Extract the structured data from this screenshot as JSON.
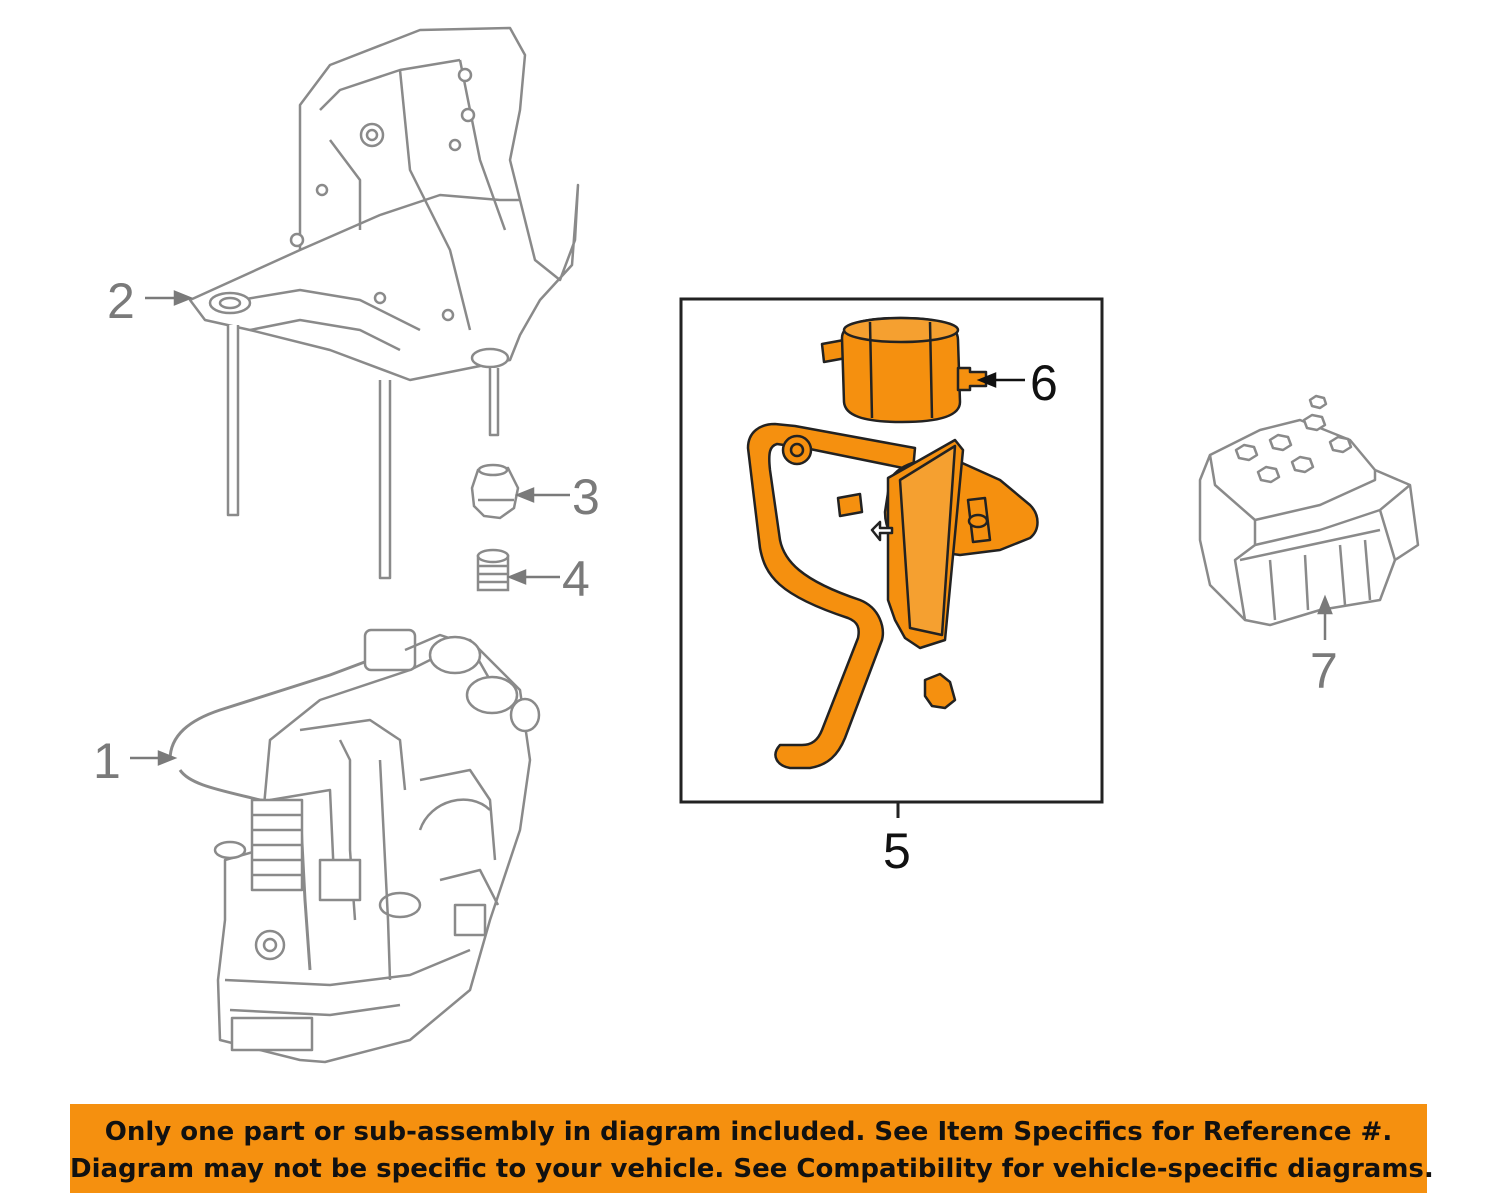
{
  "colors": {
    "highlight_fill": "#f5900f",
    "line_gray": "#8a8a8a",
    "callout_gray": "#7a7a7a",
    "callout_dark": "#111111",
    "banner_bg": "#f5900f"
  },
  "callouts": {
    "c1": "1",
    "c2": "2",
    "c3": "3",
    "c4": "4",
    "c5": "5",
    "c6": "6",
    "c7": "7"
  },
  "banner": {
    "line1": "Only one part or sub-assembly in diagram included. See Item Specifics for Reference #.",
    "line2": "Diagram may not be specific to your vehicle. See Compatibility for vehicle-specific diagrams."
  }
}
